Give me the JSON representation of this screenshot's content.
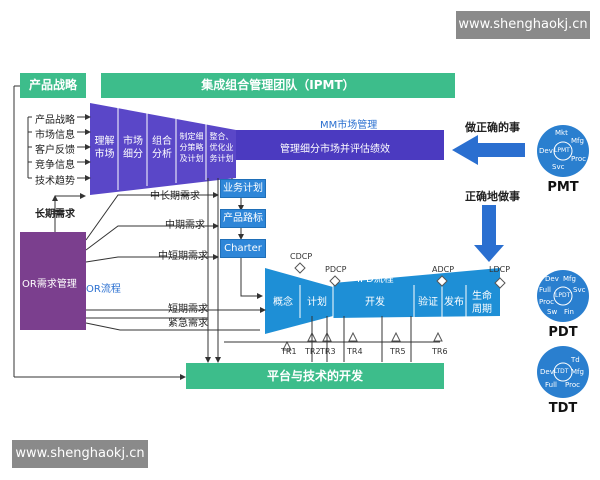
{
  "watermark_top": "www.shenghaokj.cn",
  "watermark_bottom": "www.shenghaokj.cn",
  "product_strategy": "产品战略",
  "ipmt": "集成组合管理团队（IPMT）",
  "mm_label": "MM市场管理",
  "mm_bar_text": "管理细分市场并评估绩效",
  "mm_stages": [
    "理解\n市场",
    "市场\n细分",
    "组合\n分析",
    "制定细\n分策略\n及计划",
    "整合、\n优化业\n务计划"
  ],
  "inputs": [
    "产品战略",
    "市场信息",
    "客户反馈",
    "竞争信息",
    "技术趋势"
  ],
  "long_term": "长期需求",
  "or_box": "OR需求管理",
  "or_flow": "OR流程",
  "req_mid_long": "中长期需求",
  "req_mid": "中期需求",
  "req_mid_short": "中短期需求",
  "req_short": "短期需求",
  "req_urgent": "紧急需求",
  "biz_plan": "业务计划",
  "product_roadmap": "产品路标",
  "charter": "Charter",
  "ipd_label": "IPD流程",
  "ipd_stages": [
    "概念",
    "计划",
    "开发",
    "验证",
    "发布",
    "生命\n周期"
  ],
  "gates": [
    "CDCP",
    "PDCP",
    "ADCP",
    "LDCP"
  ],
  "trs": [
    "TR1",
    "TR2",
    "TR3",
    "TR4",
    "TR5",
    "TR6"
  ],
  "platform": "平台与技术的开发",
  "right_top": "做正确的事",
  "right_mid": "正确地做事",
  "teams": [
    {
      "name": "PMT",
      "center": "LPMT",
      "ring": [
        "Mkt",
        "Mfg",
        "Dev",
        "Proc",
        "Svc"
      ]
    },
    {
      "name": "PDT",
      "center": "LPDT",
      "ring": [
        "Dev",
        "Mfg",
        "Full",
        "Svc",
        "Proc",
        "Sw",
        "Fin"
      ]
    },
    {
      "name": "TDT",
      "center": "LTDT",
      "ring": [
        "Td",
        "Dev",
        "Mfg",
        "Full",
        "Proc"
      ]
    }
  ],
  "colors": {
    "purple": "#5a47c8",
    "green": "#3dbd8b",
    "blue": "#1e8fd6",
    "or_purple": "#7b3f8e"
  }
}
